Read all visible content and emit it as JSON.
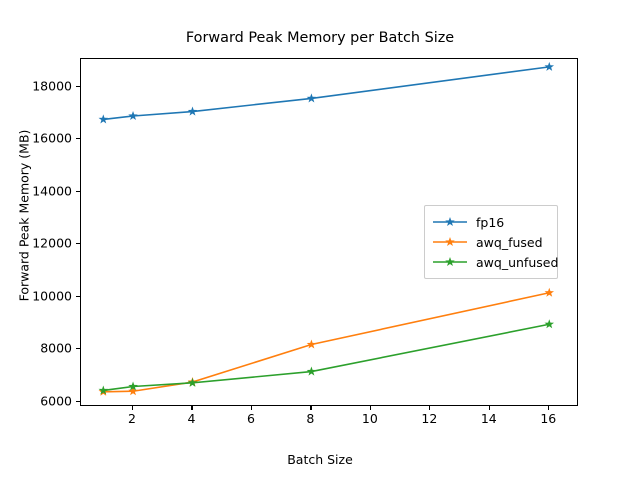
{
  "chart_data": {
    "type": "line",
    "title": "Forward Peak Memory per Batch Size",
    "xlabel": "Batch Size",
    "ylabel": "Forward Peak Memory (MB)",
    "x": [
      1,
      2,
      4,
      8,
      16
    ],
    "xlim": [
      0.25,
      17.0
    ],
    "ylim": [
      5800,
      19050
    ],
    "xticks": [
      2,
      4,
      6,
      8,
      10,
      12,
      14,
      16
    ],
    "xtick_labels": [
      "2",
      "4",
      "6",
      "8",
      "10",
      "12",
      "14",
      "16"
    ],
    "yticks": [
      6000,
      8000,
      10000,
      12000,
      14000,
      16000,
      18000
    ],
    "ytick_labels": [
      "6000",
      "8000",
      "10000",
      "12000",
      "14000",
      "16000",
      "18000"
    ],
    "grid": false,
    "legend_position": "center right",
    "marker": "star",
    "series": [
      {
        "name": "fp16",
        "color": "#1f77b4",
        "values": [
          16750,
          16880,
          17050,
          17550,
          18750
        ]
      },
      {
        "name": "awq_fused",
        "color": "#ff7f0e",
        "values": [
          6380,
          6400,
          6750,
          8180,
          10150
        ]
      },
      {
        "name": "awq_unfused",
        "color": "#2ca02c",
        "values": [
          6430,
          6580,
          6720,
          7150,
          8950
        ]
      }
    ]
  },
  "legend": {
    "entries": [
      {
        "label": "fp16"
      },
      {
        "label": "awq_fused"
      },
      {
        "label": "awq_unfused"
      }
    ]
  }
}
